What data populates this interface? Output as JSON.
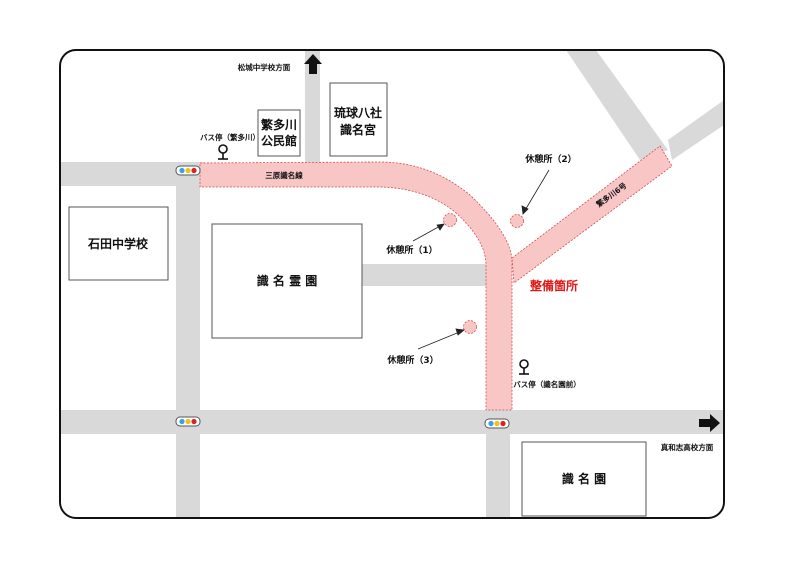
{
  "labels": {
    "north_direction": "松城中学校方面",
    "east_direction": "真和志高校方面",
    "road_sanhara": "三原識名線",
    "road_shigetagawa": "繁多川6号",
    "repair_area": "整備箇所",
    "rest_area_1": "休憩所（1）",
    "rest_area_2": "休憩所（2）",
    "rest_area_3": "休憩所（3）",
    "bus_stop_shigetagawa": "バス停（繁多川）",
    "bus_stop_shikinaen_mae": "バス停（識名園前）"
  },
  "buildings": {
    "community_hall_line1": "繁多川",
    "community_hall_line2": "公民館",
    "shrine_line1": "琉球八社",
    "shrine_line2": "識名宮",
    "school": "石田中学校",
    "cemetery": "識 名 霊 園",
    "garden": "識 名 園"
  },
  "colors": {
    "road": "#d9d9d9",
    "highlight": "#f9c6c6",
    "highlight_border": "#d05050",
    "repair_text": "#e01818"
  }
}
